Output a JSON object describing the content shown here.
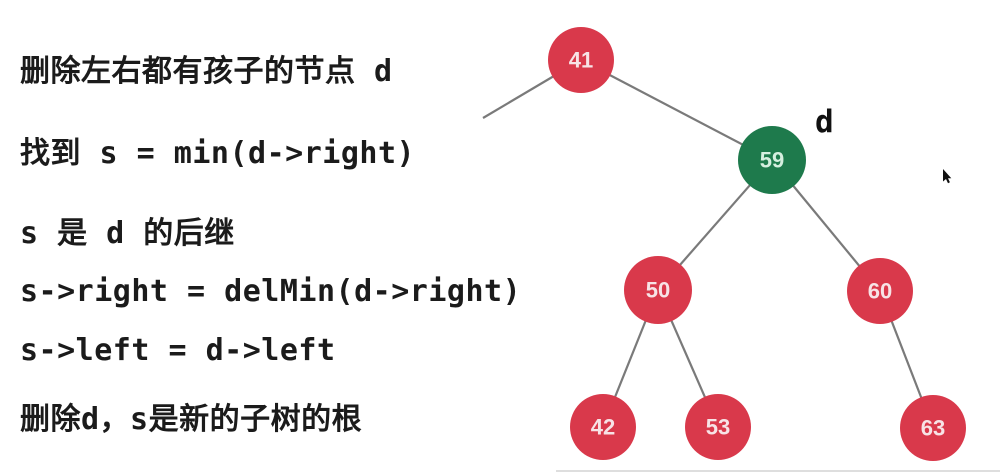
{
  "colors": {
    "node_red": "#d9394b",
    "node_green": "#1e7a4c",
    "node_text_red": "#f7e3e6",
    "node_text_green": "#d5efdf",
    "edge": "#7a7a7a",
    "annotation_text": "#1b1b1b",
    "cursor": "#111111"
  },
  "annotation_lines": {
    "0": "删除左右都有孩子的节点 d",
    "1": "找到 s = min(d->right)",
    "2": "s 是 d 的后继",
    "3": "s->right = delMin(d->right)",
    "4": "s->left = d->left",
    "5": "删除d，s是新的子树的根"
  },
  "tree": {
    "d_label": "d",
    "nodes": {
      "n41": {
        "value": "41",
        "highlight": false
      },
      "n59": {
        "value": "59",
        "highlight": true
      },
      "n50": {
        "value": "50",
        "highlight": false
      },
      "n60": {
        "value": "60",
        "highlight": false
      },
      "n42": {
        "value": "42",
        "highlight": false
      },
      "n53": {
        "value": "53",
        "highlight": false
      },
      "n63": {
        "value": "63",
        "highlight": false
      }
    },
    "edges": [
      "41 -> (off-screen left child)",
      "41 -> 59",
      "59 -> 50",
      "59 -> 60",
      "50 -> 42",
      "50 -> 53",
      "60 -> 63"
    ]
  }
}
